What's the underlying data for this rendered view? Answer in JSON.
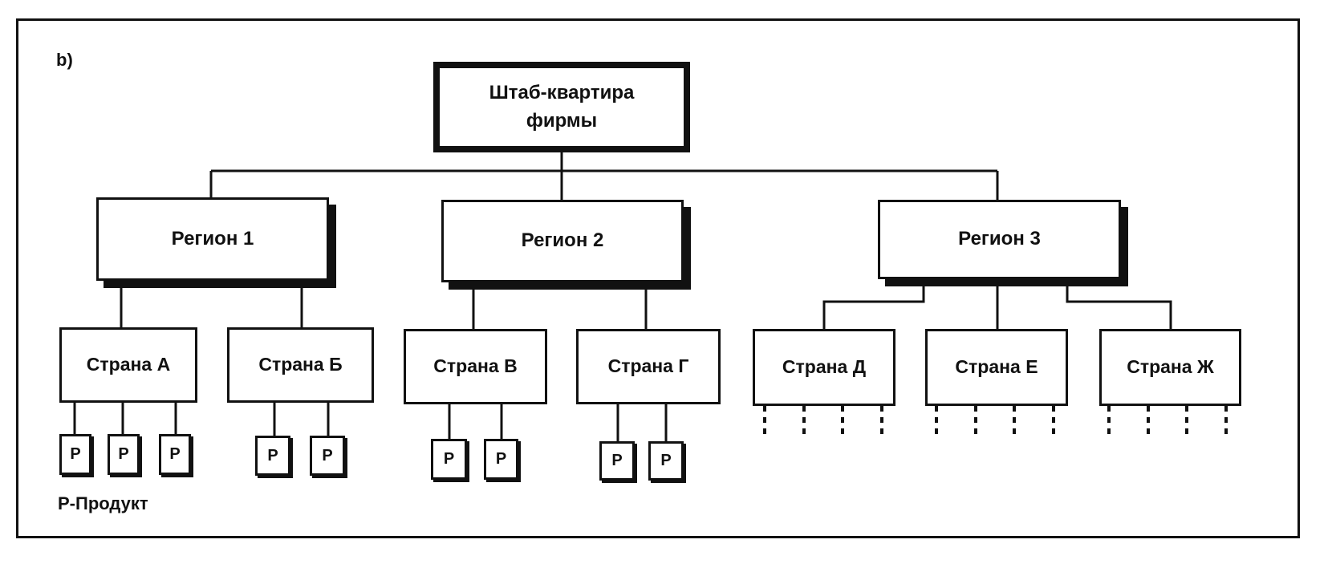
{
  "figure_label": "b)",
  "headquarters": {
    "label": "Штаб-квартира\nфирмы"
  },
  "regions": [
    {
      "label": "Регион 1"
    },
    {
      "label": "Регион 2"
    },
    {
      "label": "Регион 3"
    }
  ],
  "countries": [
    {
      "label": "Страна А",
      "region": 1,
      "products": 3
    },
    {
      "label": "Страна Б",
      "region": 1,
      "products": 2
    },
    {
      "label": "Страна В",
      "region": 2,
      "products": 2
    },
    {
      "label": "Страна Г",
      "region": 2,
      "products": 2
    },
    {
      "label": "Страна Д",
      "region": 3,
      "products": 0,
      "dashed_children": 4
    },
    {
      "label": "Страна Е",
      "region": 3,
      "products": 0,
      "dashed_children": 4
    },
    {
      "label": "Страна Ж",
      "region": 3,
      "products": 0,
      "dashed_children": 4
    }
  ],
  "product_label": "P",
  "legend": "Р-Продукт"
}
